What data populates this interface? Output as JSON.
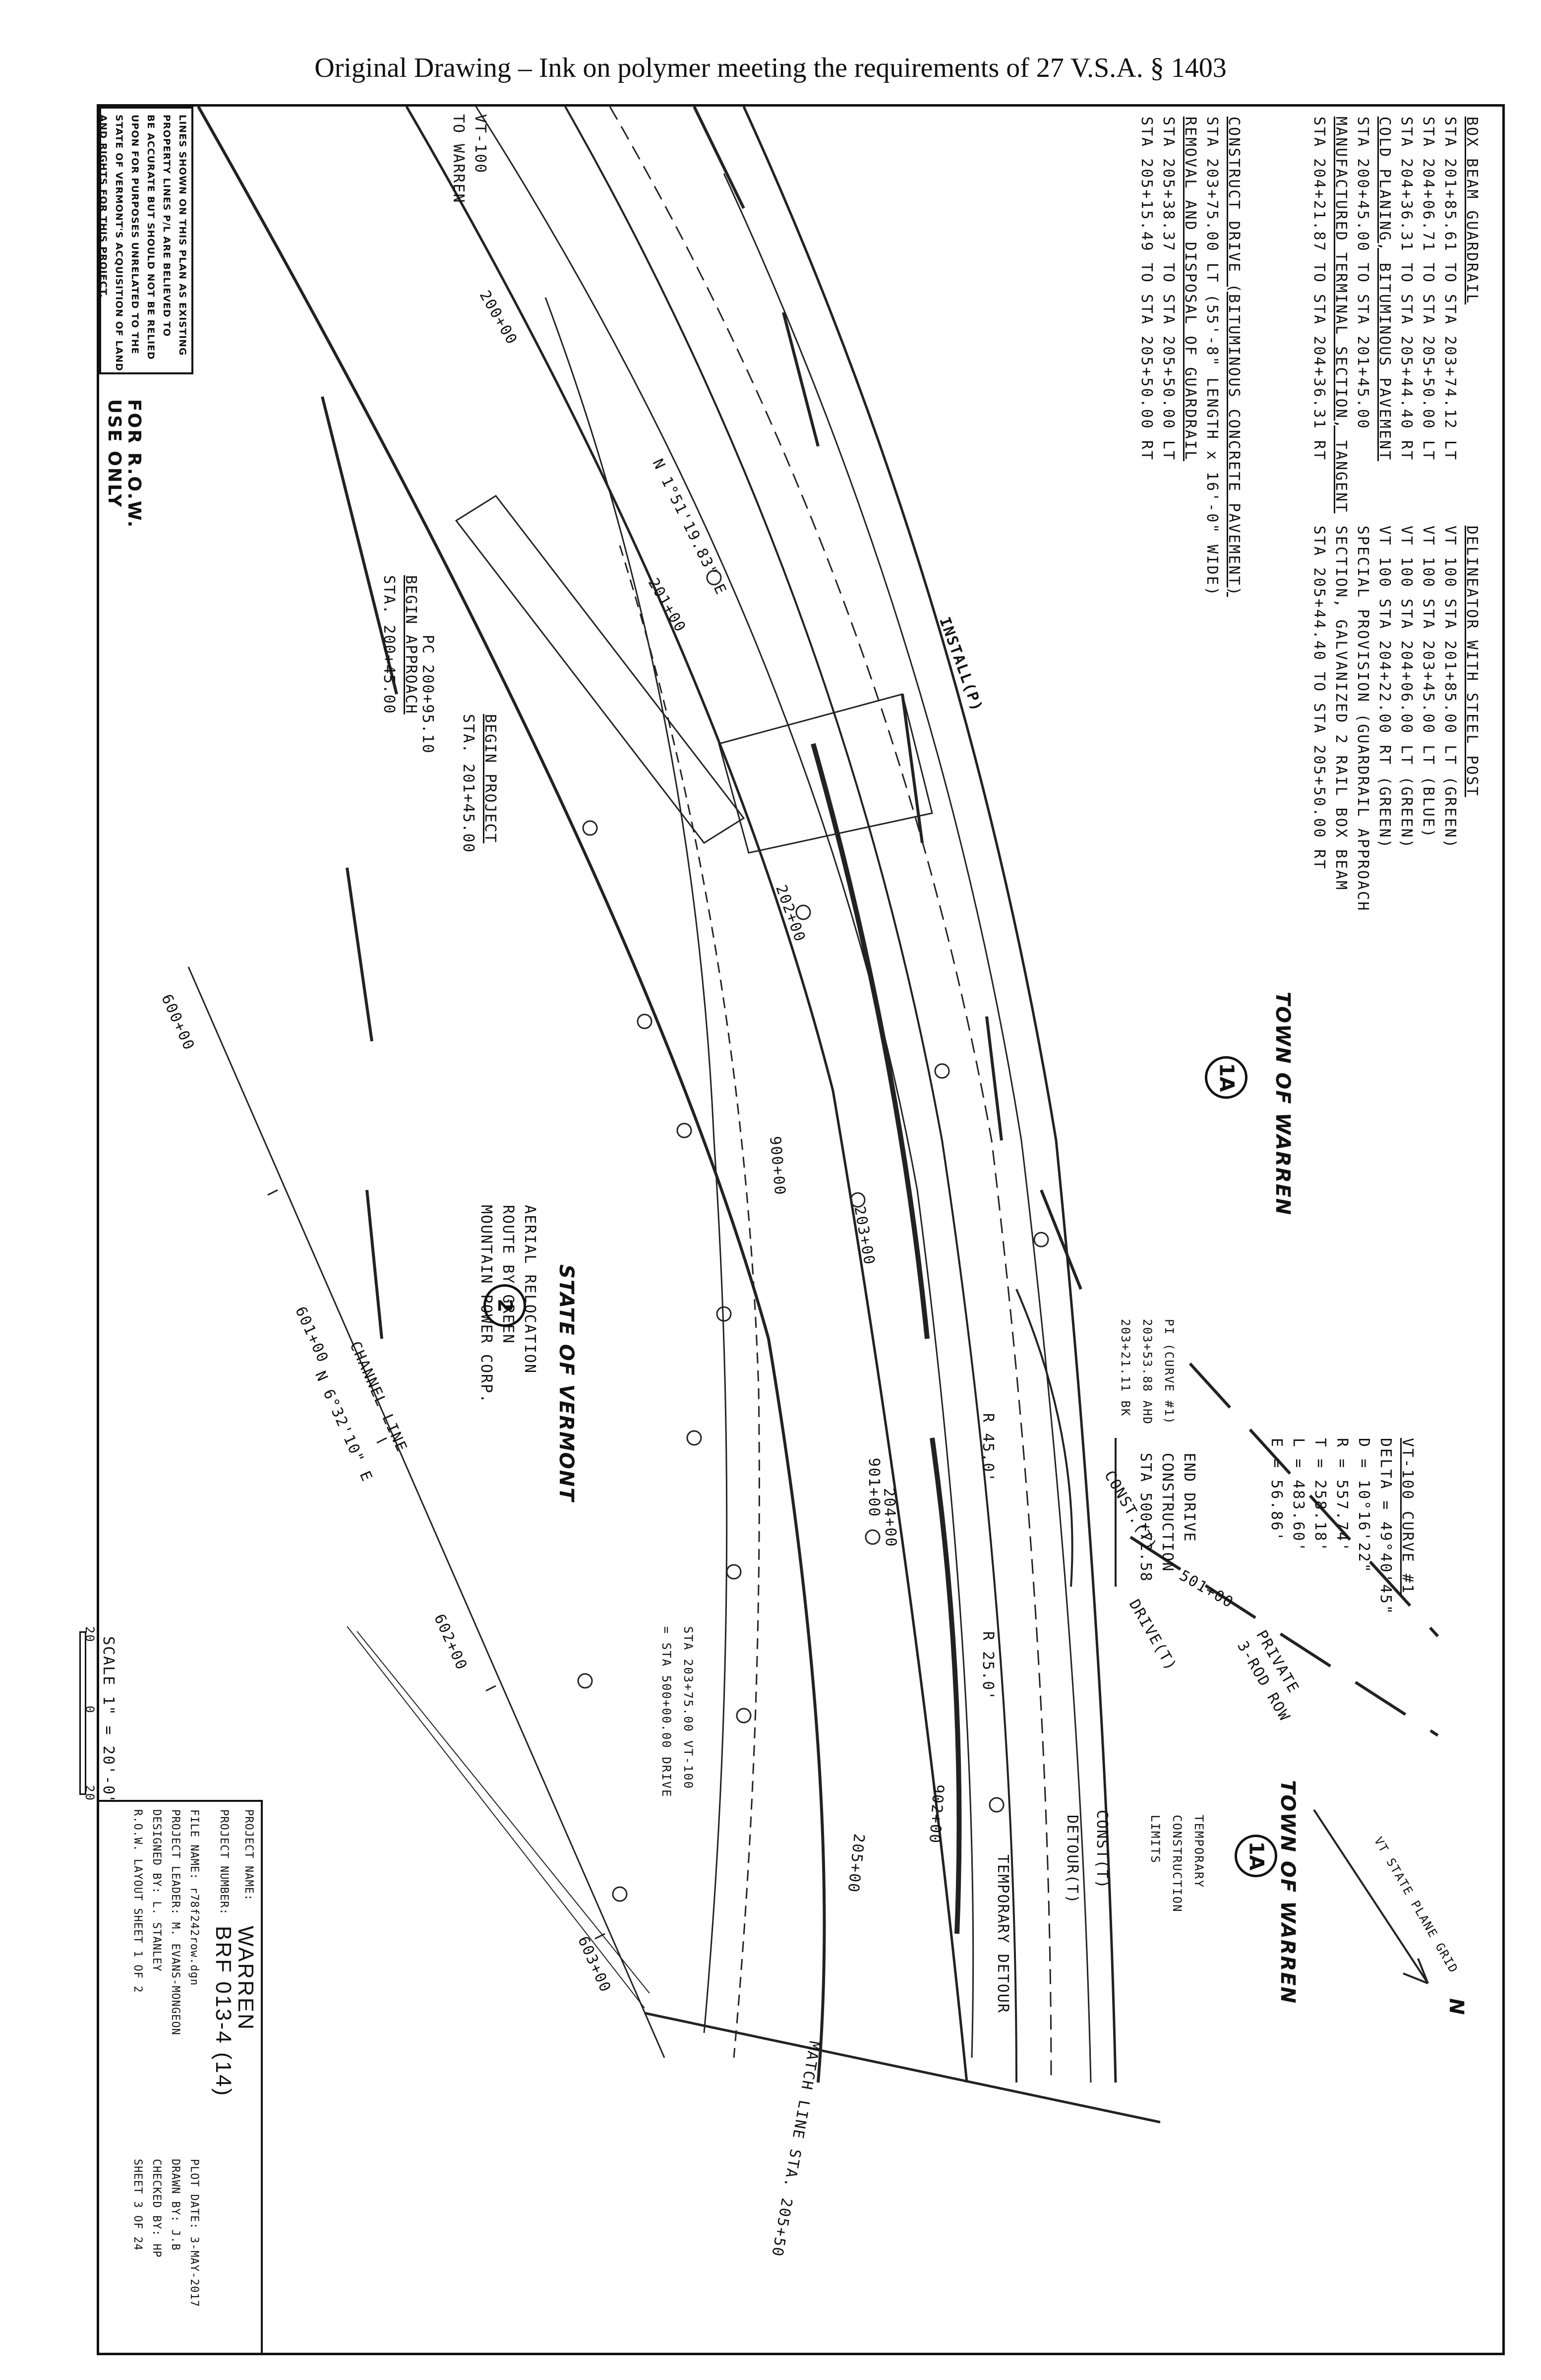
{
  "header": "Original Drawing – Ink on polymer meeting the requirements of 27 V.S.A. § 1403",
  "notes": {
    "row_lines": [
      "LINES SHOWN ON THIS PLAN AS EXISTING",
      "PROPERTY LINES P/L ARE BELIEVED TO",
      "BE ACCURATE BUT SHOULD NOT BE RELIED",
      "UPON FOR PURPOSES UNRELATED TO THE",
      "STATE OF VERMONT'S ACQUISITION OF LAND",
      "AND RIGHTS FOR THIS PROJECT."
    ],
    "row_use": [
      "FOR R.O.W.",
      "USE ONLY"
    ]
  },
  "items_left": [
    {
      "heading": "BOX BEAM GUARDRAIL",
      "lines": [
        "STA 201+85.61 TO STA 203+74.12 LT",
        "STA 204+06.71 TO STA 205+50.00 LT",
        "STA 204+36.31 TO STA 205+44.40 RT"
      ]
    },
    {
      "heading": "COLD PLANING, BITUMINOUS PAVEMENT",
      "lines": [
        "STA 200+45.00 TO STA 201+45.00"
      ]
    },
    {
      "heading": "MANUFACTURED TERMINAL SECTION, TANGENT",
      "lines": [
        "STA 204+21.87 TO STA 204+36.31 RT"
      ]
    }
  ],
  "items_mid": [
    {
      "heading": "CONSTRUCT DRIVE (BITUMINOUS CONCRETE PAVEMENT)",
      "lines": [
        "STA 203+75.00 LT (55'-8\" LENGTH x 16'-0\" WIDE)"
      ]
    },
    {
      "heading": "REMOVAL AND DISPOSAL OF GUARDRAIL",
      "lines": [
        "STA 205+38.37 TO STA 205+50.00 LT",
        "STA 205+15.49 TO STA 205+50.00 RT"
      ]
    }
  ],
  "items_right": [
    {
      "heading": "DELINEATOR WITH STEEL POST",
      "lines": [
        "VT 100 STA 201+85.00 LT (GREEN)",
        "VT 100 STA 203+45.00 LT (BLUE)",
        "VT 100 STA 204+06.00 LT (GREEN)",
        "VT 100 STA 204+22.00 RT (GREEN)"
      ]
    },
    {
      "heading": "",
      "lines": [
        "SPECIAL PROVISION (GUARDRAIL APPROACH",
        "SECTION, GALVANIZED 2 RAIL BOX BEAM",
        "STA 205+44.40 TO STA 205+50.00 RT"
      ]
    }
  ],
  "curve": {
    "title": "VT-100 CURVE #1",
    "lines": [
      "DELTA = 49°40'45\"",
      "D = 10°16'22\"",
      "R = 557.74'",
      "T = 258.18'",
      "L = 483.60'",
      "E = 56.86'"
    ]
  },
  "pi": [
    "PI (CURVE #1)",
    "203+53.88 AHD",
    "203+21.11 BK"
  ],
  "labels": {
    "vt100": "VT-100",
    "to_warren": "TO WARREN",
    "town_warren": "TOWN OF WARREN",
    "town_badge": "1A",
    "state_vermont": "STATE OF VERMONT",
    "state_badge": "2",
    "install": "INSTALL(P)",
    "begin_approach": "BEGIN APPROACH",
    "begin_approach_sta": "STA. 200+45.00",
    "begin_project": "BEGIN PROJECT",
    "begin_project_sta": "STA. 201+45.00",
    "bearing": "N 1°51'19.83\" E",
    "channel_line": "CHANNEL LINE",
    "channel_bearing": "N 6°32'10\" E",
    "aerial": [
      "AERIAL RELOCATION",
      "ROUTE BY GREEN",
      "MOUNTAIN POWER CORP."
    ],
    "end_drive": [
      "END DRIVE",
      "CONSTRUCTION",
      "STA 500+72.58"
    ],
    "const_t": "CONST.(T)",
    "drive_t": "DRIVE(T)",
    "private_row": [
      "PRIVATE",
      "3-ROD ROW"
    ],
    "r45": "R 45.0'",
    "r25": "R 25.0'",
    "sta_eq": [
      "STA 203+75.00 VT-100",
      "= STA 500+00.00 DRIVE"
    ],
    "temp_detour": "TEMPORARY DETOUR",
    "const_t2": "CONST(T)",
    "detour_t": "DETOUR(T)",
    "temp_limits": [
      "TEMPORARY",
      "CONSTRUCTION",
      "LIMITS"
    ],
    "match_line": "MATCH LINE STA. 205+50",
    "grid": "VT STATE PLANE GRID",
    "north": "N",
    "pc": "PC 200+95.10"
  },
  "stations": [
    "200+00",
    "201+00",
    "202+00",
    "203+00",
    "204+00",
    "205+00",
    "600+00",
    "601+00",
    "602+00",
    "603+00",
    "900+00",
    "901+00",
    "902+00",
    "501+00"
  ],
  "scale": {
    "label": "SCALE 1\" = 20'-0\"",
    "left": "20",
    "mid": "0",
    "right": "20"
  },
  "title_block": {
    "project_name_lbl": "PROJECT NAME:",
    "project_name": "WARREN",
    "project_number_lbl": "PROJECT NUMBER:",
    "project_number": "BRF 013-4 (14)",
    "file_name": "FILE NAME: r78f242row.dgn",
    "project_leader": "PROJECT LEADER: M. EVANS-MONGEON",
    "designed_by": "DESIGNED BY: L. STANLEY",
    "sheet_desc": "R.O.W. LAYOUT SHEET 1 OF 2",
    "plot_date": "PLOT DATE: 3-MAY-2017",
    "drawn_by": "DRAWN BY: J.B",
    "checked_by": "CHECKED BY: HP",
    "sheet": "SHEET 3 OF 24"
  }
}
